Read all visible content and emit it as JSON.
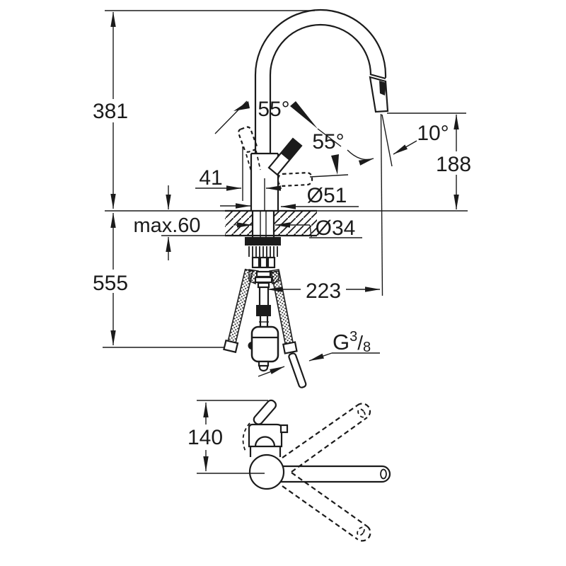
{
  "diagram": {
    "type": "technical-dimension-drawing",
    "subject": "kitchen faucet with pull-out spray, front view and top view",
    "colors": {
      "line": "#1b1b1b",
      "background": "#ffffff"
    },
    "labels": {
      "spout_height": "381",
      "under_counter_height": "555",
      "counter_max_thickness": "max.60",
      "handle_offset": "41",
      "body_diameter": "Ø51",
      "hole_diameter": "Ø34",
      "handle_swing_left": "55°",
      "handle_swing_right": "55°",
      "spray_angle": "10°",
      "outlet_height": "188",
      "spray_outlet_reach": "223",
      "thread_prefix": "G",
      "thread_numerator": "3",
      "thread_slash": "/",
      "thread_denominator": "8",
      "top_view_depth": "140"
    }
  }
}
